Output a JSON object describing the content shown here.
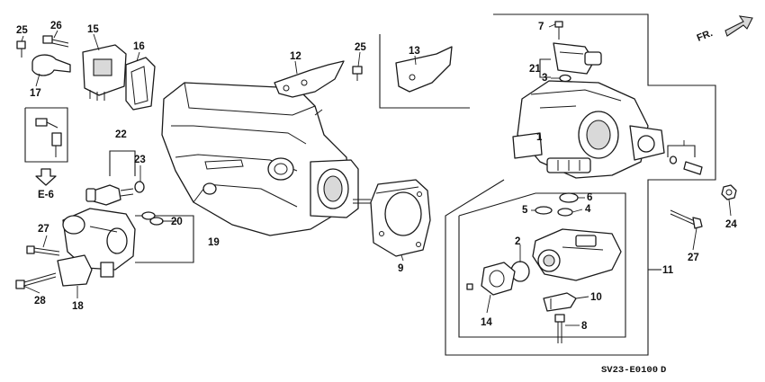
{
  "diagram": {
    "part_numbers": [
      "1",
      "2",
      "3",
      "4",
      "5",
      "6",
      "7",
      "8",
      "9",
      "10",
      "11",
      "12",
      "13",
      "14",
      "15",
      "16",
      "17",
      "18",
      "19",
      "20",
      "21",
      "22",
      "23",
      "24",
      "25",
      "25",
      "26",
      "27",
      "27",
      "28"
    ],
    "reference_label": "E-6",
    "direction_label": "FR.",
    "drawing_code": "SV23-E0100",
    "drawing_revision": "D"
  }
}
